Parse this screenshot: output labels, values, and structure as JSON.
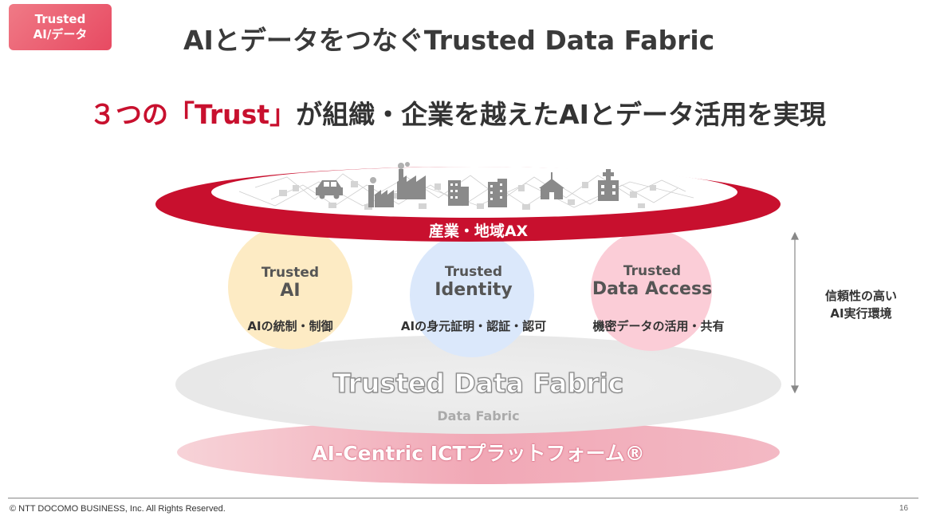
{
  "badge": {
    "line1": "Trusted",
    "line2": "AI/データ"
  },
  "title": "AIとデータをつなぐTrusted Data Fabric",
  "headline": {
    "accent": "３つの「Trust」",
    "rest": "が組織・企業を越えたAIとデータ活用を実現"
  },
  "ring": {
    "label": "産業・地域AX"
  },
  "circles": [
    {
      "tag": "Trusted",
      "name": "AI",
      "desc": "AIの統制・制御",
      "color": "#fdebc4"
    },
    {
      "tag": "Trusted",
      "name": "Identity",
      "desc": "AIの身元証明・認証・認可",
      "color": "#dbe8fb"
    },
    {
      "tag": "Trusted",
      "name": "Data Access",
      "desc": "機密データの活用・共有",
      "color": "#fbcdd7"
    }
  ],
  "fabric": {
    "main": "Trusted Data Fabric",
    "sub": "Data Fabric"
  },
  "platform": {
    "label": "AI-Centric ICTプラットフォーム®"
  },
  "side": {
    "line1": "信頼性の高い",
    "line2": "AI実行環境"
  },
  "footer": {
    "copyright": "© NTT DOCOMO BUSINESS, Inc. All Rights Reserved.",
    "page": "16"
  },
  "icons": [
    "car-icon",
    "factory-icon",
    "factory-icon",
    "building-icon",
    "building-icon",
    "school-icon",
    "hospital-icon"
  ],
  "colors": {
    "accent": "#c8102e",
    "ring": "#c8102e",
    "badge": "#e74a62"
  }
}
